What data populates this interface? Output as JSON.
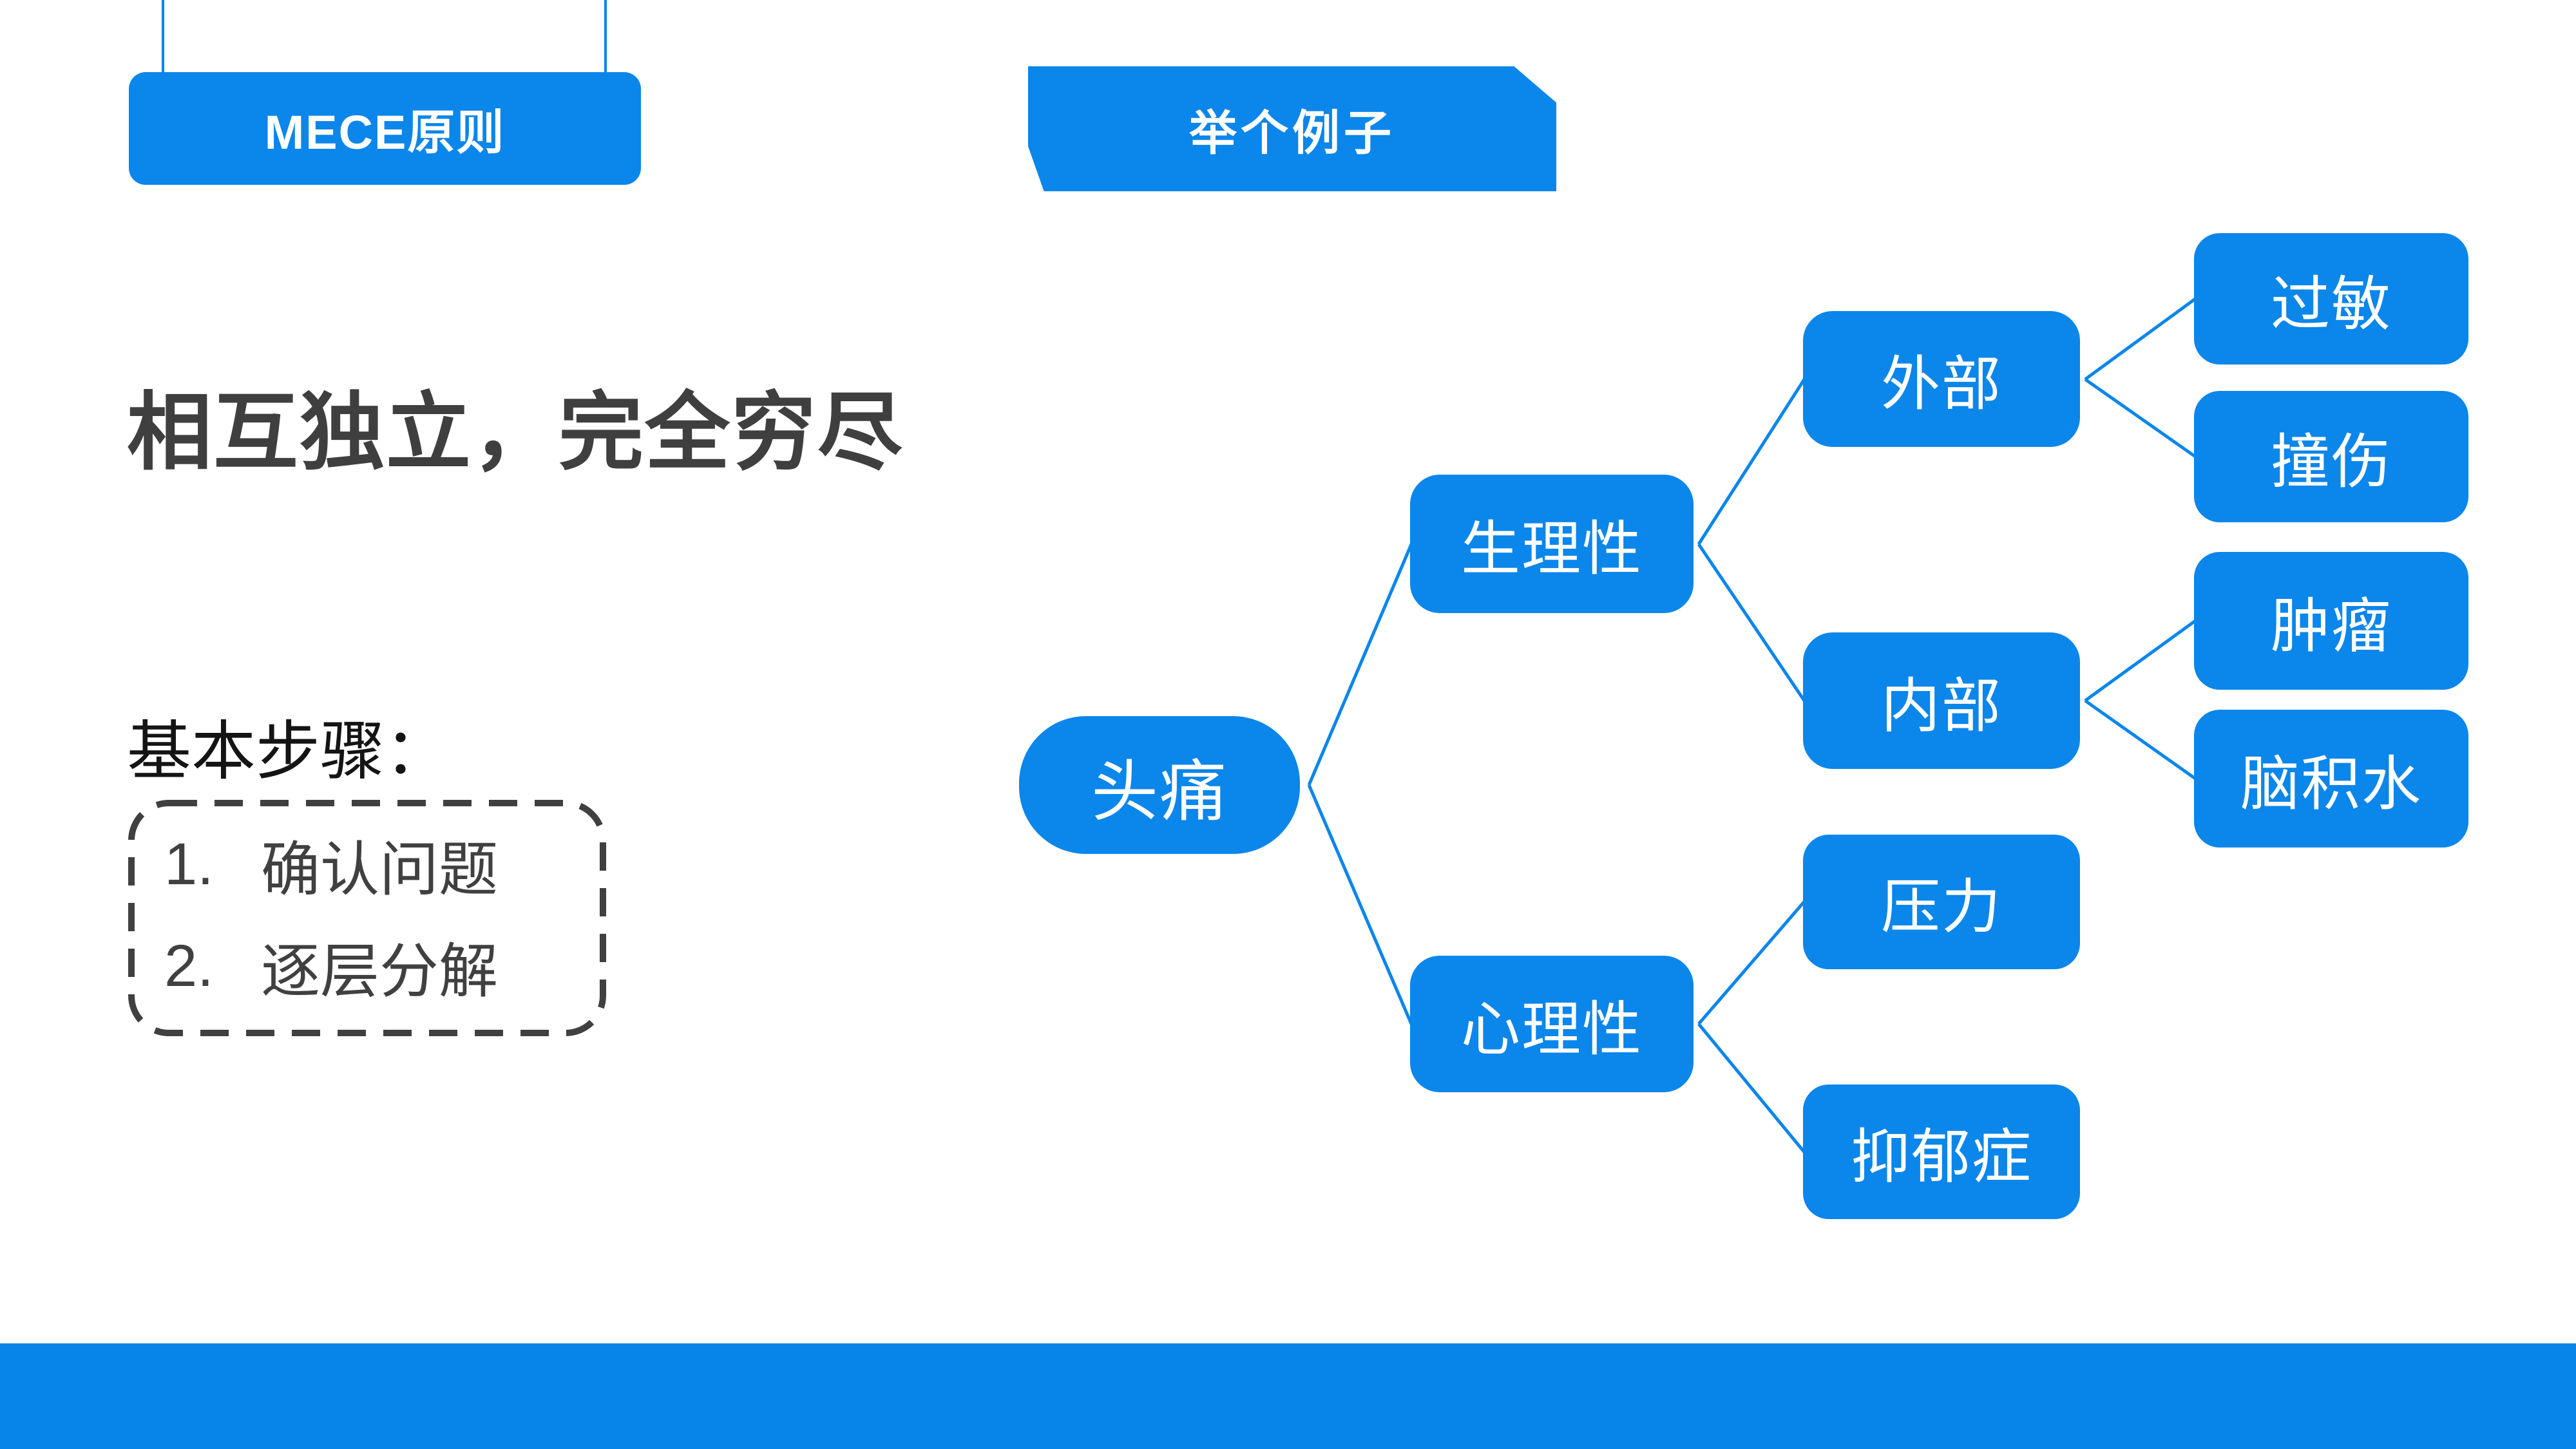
{
  "colors": {
    "accent_blue": "#0b86ea",
    "footer_blue": "#0785e8",
    "heading_gray": "#3f3f3f",
    "steps_gray": "#404040",
    "background": "#ffffff"
  },
  "badge": {
    "label": "MECE原则"
  },
  "banner": {
    "label": "举个例子"
  },
  "heading": {
    "text": "相互独立，完全穷尽"
  },
  "steps": {
    "title": "基本步骤：",
    "items": [
      {
        "num": "1.",
        "label": "确认问题"
      },
      {
        "num": "2.",
        "label": "逐层分解"
      }
    ]
  },
  "tree": {
    "nodes": {
      "root": {
        "label": "头痛"
      },
      "physio": {
        "label": "生理性"
      },
      "psycho": {
        "label": "心理性"
      },
      "external": {
        "label": "外部"
      },
      "internal": {
        "label": "内部"
      },
      "allergy": {
        "label": "过敏"
      },
      "bruise": {
        "label": "撞伤"
      },
      "tumor": {
        "label": "肿瘤"
      },
      "hydro": {
        "label": "脑积水"
      },
      "stress": {
        "label": "压力"
      },
      "depression": {
        "label": "抑郁症"
      }
    },
    "edges": [
      "头痛→生理性",
      "头痛→心理性",
      "生理性→外部",
      "生理性→内部",
      "外部→过敏",
      "外部→撞伤",
      "内部→肿瘤",
      "内部→脑积水",
      "心理性→压力",
      "心理性→抑郁症"
    ]
  }
}
